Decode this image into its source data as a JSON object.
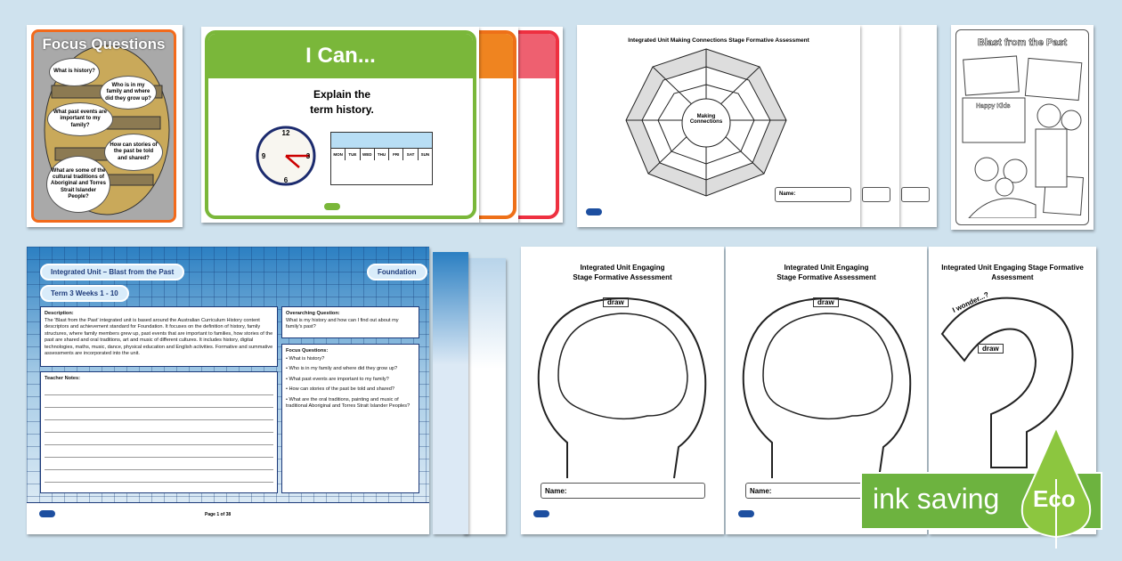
{
  "focus_questions": {
    "title": "Focus Questions",
    "questions": [
      "What is history?",
      "Who is in my family and where did they grow up?",
      "What past events are important to my family?",
      "How can stories of the past be told and shared?",
      "What are some of the cultural traditions of Aboriginal and Torres Strait Islander People?"
    ]
  },
  "i_can": {
    "title": "I Can...",
    "statement": "Explain the term history.",
    "days": [
      "MON",
      "TUE",
      "WED",
      "THU",
      "FRI",
      "SAT",
      "SUN"
    ],
    "colors": [
      "#7ab73a",
      "#ef8420",
      "#ee6070"
    ]
  },
  "web_sheet": {
    "title": "Integrated Unit Making Connections Stage Formative Assessment",
    "center": "Making Connections",
    "name_label": "Name:"
  },
  "coloring": {
    "title": "Blast from the Past",
    "banner": "Happy Kids"
  },
  "plan": {
    "unit": "Integrated Unit – Blast from the Past",
    "level": "Foundation",
    "term": "Term 3 Weeks 1 - 10",
    "description_label": "Description:",
    "description": "The 'Blast from the Past' integrated unit is based around the Australian Curriculum History content descriptors and achievement standard for Foundation. It focuses on the definition of history, family structures, where family members grew up, past events that are important to families, how stories of the past are shared and oral traditions, art and music of different cultures. It includes history, digital technologies, maths, music, dance, physical education and English activities. Formative and summative assessments are incorporated into the unit.",
    "overarching_label": "Overarching Question:",
    "overarching": "What is my history and how can I find out about my family's past?",
    "focus_label": "Focus Questions:",
    "focus": [
      "What is history?",
      "Who is in my family and where did they grow up?",
      "What past events are important to my family?",
      "How can stories of the past be told and shared?",
      "What are the oral traditions, painting and music of traditional Aboriginal and Torres Strait Islander Peoples?"
    ],
    "notes_label": "Teacher Notes:",
    "page": "Page 1 of 38"
  },
  "brain_sheets": [
    {
      "title": "Integrated Unit Engaging Stage Formative Assessment",
      "tag": "draw",
      "name_label": "Name:"
    },
    {
      "title": "Integrated Unit Engaging Stage Formative Assessment",
      "tag": "draw",
      "name_label": "Name:"
    },
    {
      "title": "Integrated Unit Engaging Stage Formative Assessment",
      "tag": "draw",
      "wonder": "I wonder...?"
    }
  ],
  "eco": {
    "label": "ink saving",
    "badge": "Eco"
  }
}
